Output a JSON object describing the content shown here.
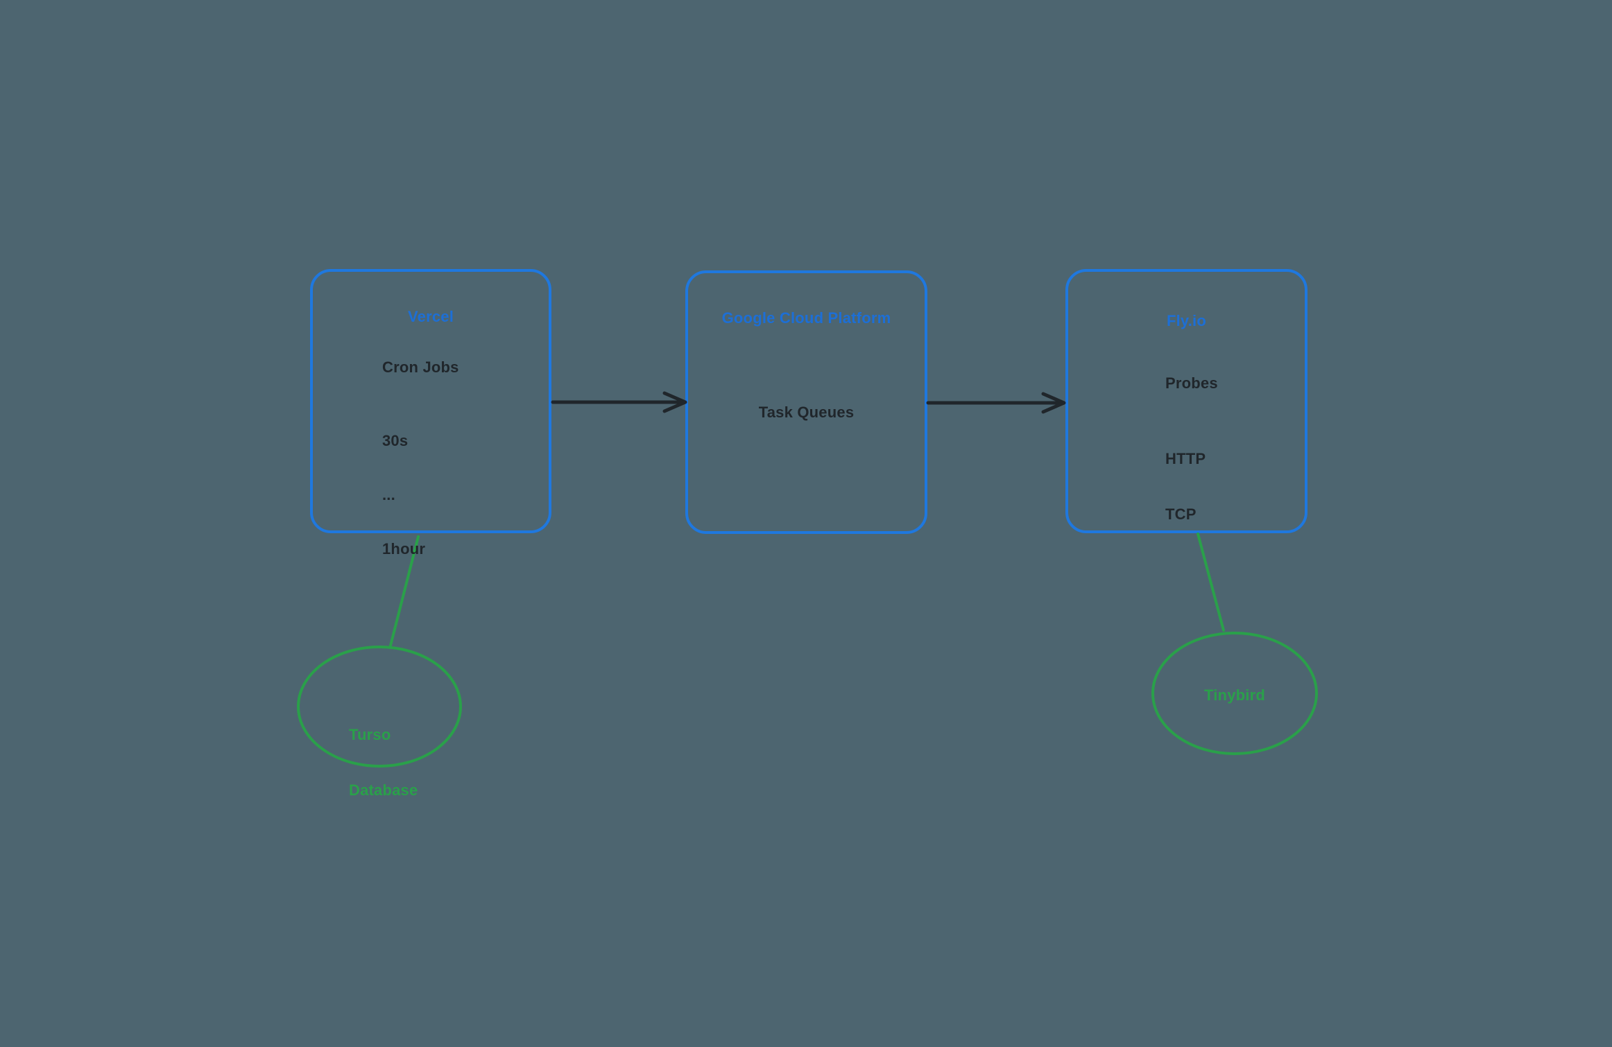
{
  "colors": {
    "background": "#4d6570",
    "box_stroke": "#1f78df",
    "title_text": "#1d6fd6",
    "body_text": "#20262b",
    "green": "#2aa04a",
    "arrow": "#20262b"
  },
  "nodes": {
    "vercel": {
      "title": "Vercel",
      "line1": "Cron Jobs",
      "line2": "30s",
      "line3": "...",
      "line4": "1hour"
    },
    "gcp": {
      "title": "Google Cloud Platform",
      "line1": "Task Queues"
    },
    "fly": {
      "title": "Fly.io",
      "line1": "Probes",
      "line2": "HTTP",
      "line3": "TCP"
    }
  },
  "datastores": {
    "turso": {
      "line1": "Turso",
      "line2": "Database"
    },
    "tinybird": {
      "label": "Tinybird"
    }
  }
}
